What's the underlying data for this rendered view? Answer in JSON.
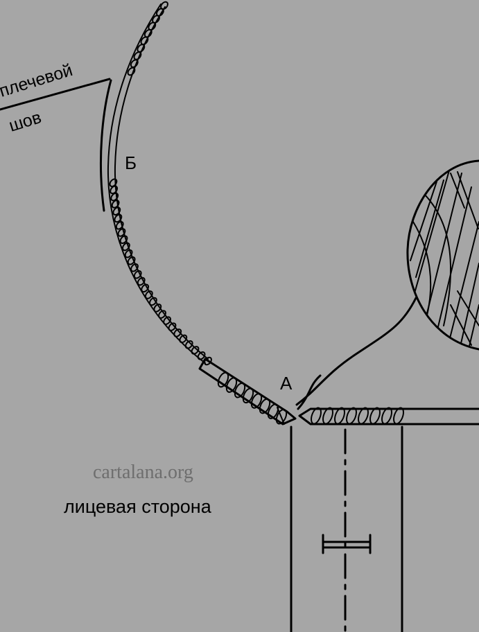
{
  "labels": {
    "shoulder_line1": "плечевой",
    "shoulder_line2": "шов",
    "point_b": "Б",
    "point_a": "А",
    "watermark": "cartalana.org",
    "face_side": "лицевая сторона"
  },
  "colors": {
    "background": "#a6a6a6",
    "ink": "#000000",
    "watermark": "#6e6e6e"
  },
  "icons": {
    "yarn_ball": "yarn-ball-icon",
    "stitch_marker": "stitch-marker-icon"
  }
}
